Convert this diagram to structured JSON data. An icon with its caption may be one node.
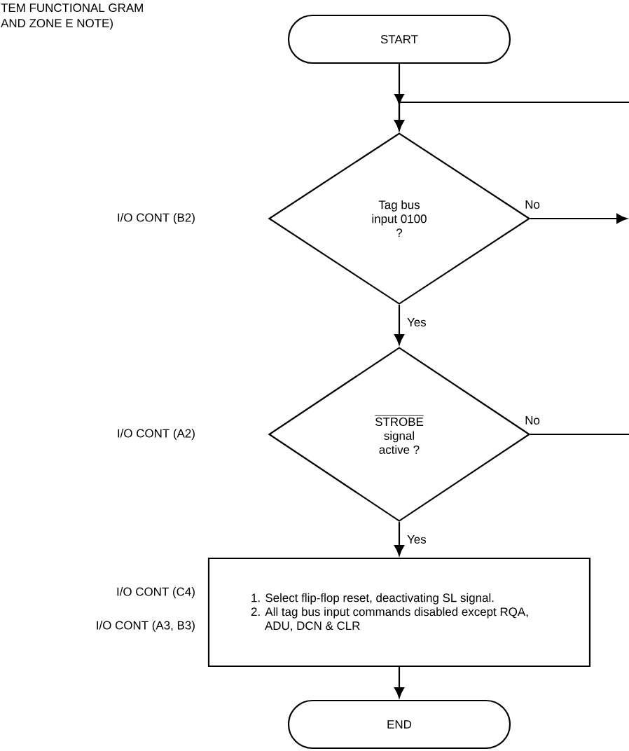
{
  "diagram": {
    "nodes": [
      {
        "text": [
          "START"
        ]
      },
      {
        "text": [
          "Tag bus input 0100 ?"
        ]
      },
      {
        "text": [
          "STROBE",
          "signal active ?"
        ]
      },
      {
        "text": [
          "1. Select flip-flop reset, deactivating SL signal.",
          "2. All tag bus input commands disabled except RQA, ADU, DCN & CLR"
        ]
      },
      {
        "text": [
          "END"
        ]
      }
    ],
    "edges": [
      {
        "from": 0,
        "to": 1,
        "arrow": "to"
      },
      {
        "from": null,
        "to": 1,
        "arrow": "to"
      },
      {
        "from": 1,
        "to": null,
        "arrow": "to",
        "label": "No"
      },
      {
        "from": 1,
        "to": 2,
        "arrow": "to",
        "label": "Yes"
      },
      {
        "from": 2,
        "to": null,
        "arrow": "none",
        "label": "No"
      },
      {
        "from": 2,
        "to": 3,
        "arrow": "to",
        "label": "Yes"
      },
      {
        "from": 3,
        "to": 4,
        "arrow": "to"
      }
    ],
    "labels": [
      "TEM FUNCTIONAL GRAM AND ZONE E NOTE)",
      "I/O CONT (B2)",
      "I/O CONT (A2)",
      "I/O CONT (C4)",
      "I/O CONT (A3, B3)"
    ]
  }
}
